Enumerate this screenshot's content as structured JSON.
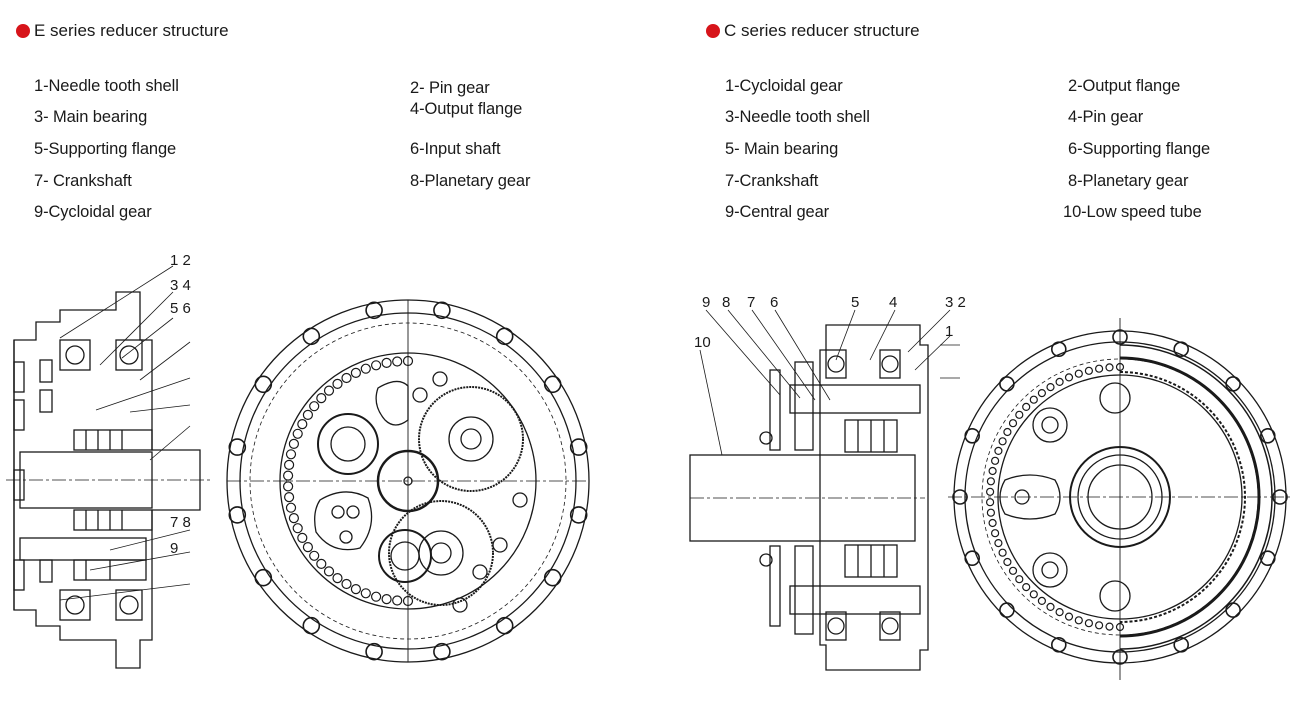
{
  "e_series": {
    "title": "E series reducer structure",
    "parts": [
      "1-Needle tooth shell",
      "2- Pin gear",
      "3- Main bearing",
      "4-Output flange",
      "5-Supporting flange",
      "6-Input shaft",
      "7- Crankshaft",
      "8-Planetary gear",
      "9-Cycloidal gear"
    ],
    "callouts": [
      "1 2",
      "3 4",
      "5 6",
      "7 8",
      "9"
    ]
  },
  "c_series": {
    "title": "C series reducer structure",
    "parts": [
      "1-Cycloidal gear",
      "2-Output flange",
      "3-Needle tooth shell",
      "4-Pin gear",
      "5- Main bearing",
      "6-Supporting flange",
      "7-Crankshaft",
      "8-Planetary gear",
      "9-Central gear",
      "10-Low speed tube"
    ],
    "callouts": [
      "9",
      "8",
      "7",
      "6",
      "5",
      "4",
      "3 2",
      "1",
      "10"
    ]
  },
  "colors": {
    "bullet": "#d7141a",
    "line": "#1a1a1a"
  }
}
